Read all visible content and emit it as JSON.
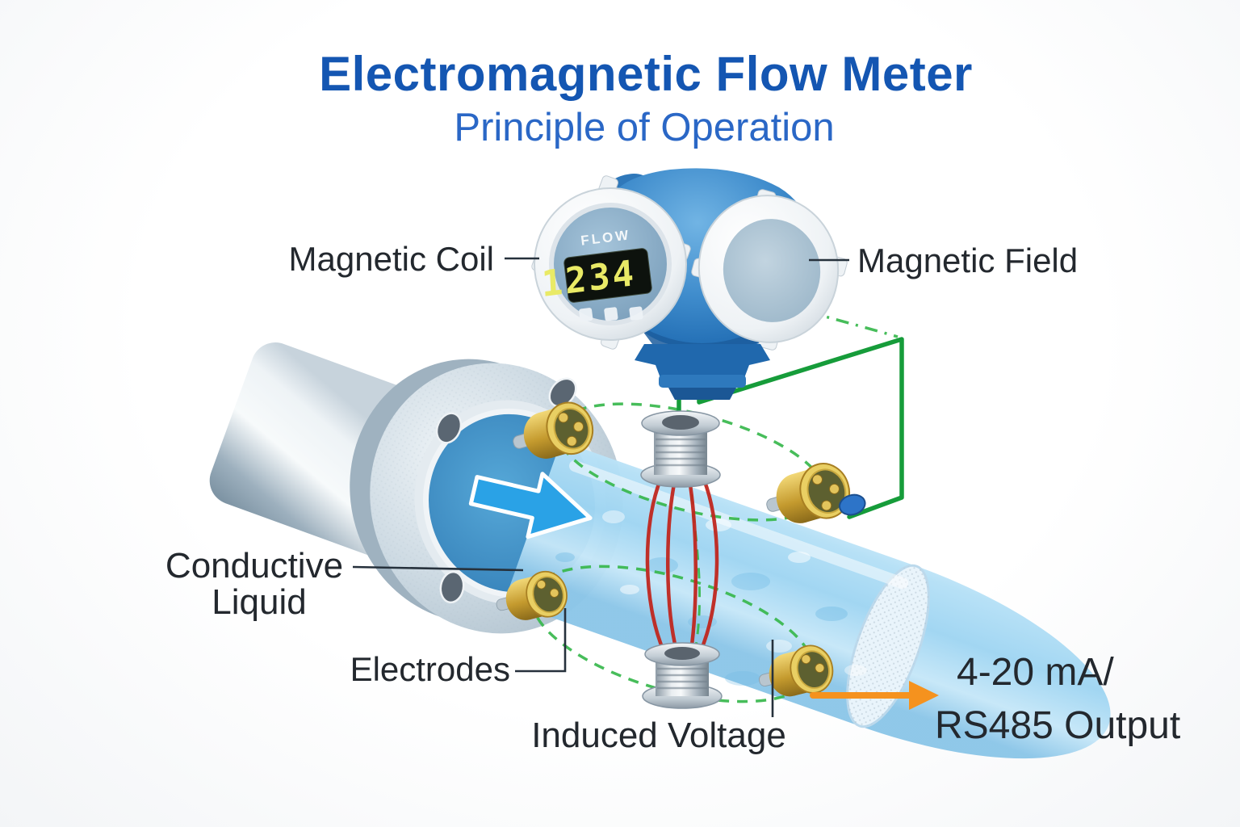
{
  "title": "Electromagnetic Flow Meter",
  "subtitle": "Principle of Operation",
  "device": {
    "display_label": "FLOW",
    "display_value": "1234"
  },
  "labels": {
    "magnetic_coil": "Magnetic Coil",
    "magnetic_field": "Magnetic Field",
    "conductive_liquid_line1": "Conductive",
    "conductive_liquid_line2": "Liquid",
    "electrodes": "Electrodes",
    "induced_voltage": "Induced Voltage",
    "output_line1": "4-20 mA/",
    "output_line2": "RS485 Output"
  },
  "colors": {
    "title_blue": "#1456b2",
    "subtitle_blue": "#2a67c6",
    "label_dark": "#23282e",
    "transmitter_blue": "#2a77bf",
    "wire_green": "#169c3a",
    "field_dashed_green": "#38b84d",
    "induced_voltage_red": "#c0271f",
    "electrode_gold": "#c49a2e",
    "liquid_blue": "#9fd5f2",
    "flow_arrow_blue": "#2aa2e6",
    "output_arrow_orange": "#f5921e",
    "pipe_metal_gray": "#aebfcb"
  }
}
